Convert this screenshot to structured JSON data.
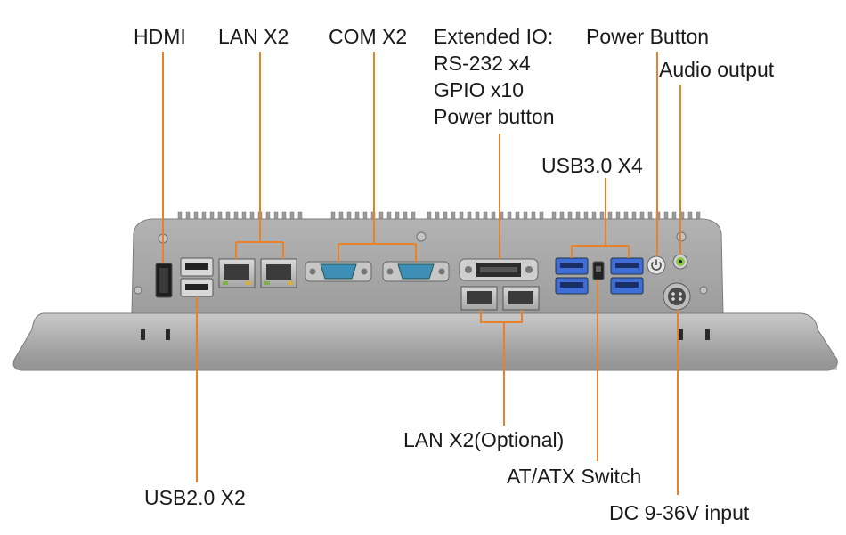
{
  "labels": {
    "hdmi": "HDMI",
    "lan_top": "LAN X2",
    "com": "COM X2",
    "extended_io": [
      "Extended IO:",
      "RS-232 x4",
      "GPIO x10",
      "Power button"
    ],
    "power_button": "Power Button",
    "audio_output": "Audio output",
    "usb3": "USB3.0 X4",
    "usb2": "USB2.0 X2",
    "lan_optional": "LAN X2(Optional)",
    "at_atx": "AT/ATX Switch",
    "dc_input": "DC 9-36V input"
  },
  "colors": {
    "callout_line": "#e8822a",
    "chassis": "#a9a9a9",
    "chassis_dark": "#8d8d8d",
    "bezel": "#b4b4b4",
    "usb3_blue": "#3f6fd6",
    "com_blue": "#3d8fb5"
  },
  "icons": [
    "power-icon"
  ]
}
